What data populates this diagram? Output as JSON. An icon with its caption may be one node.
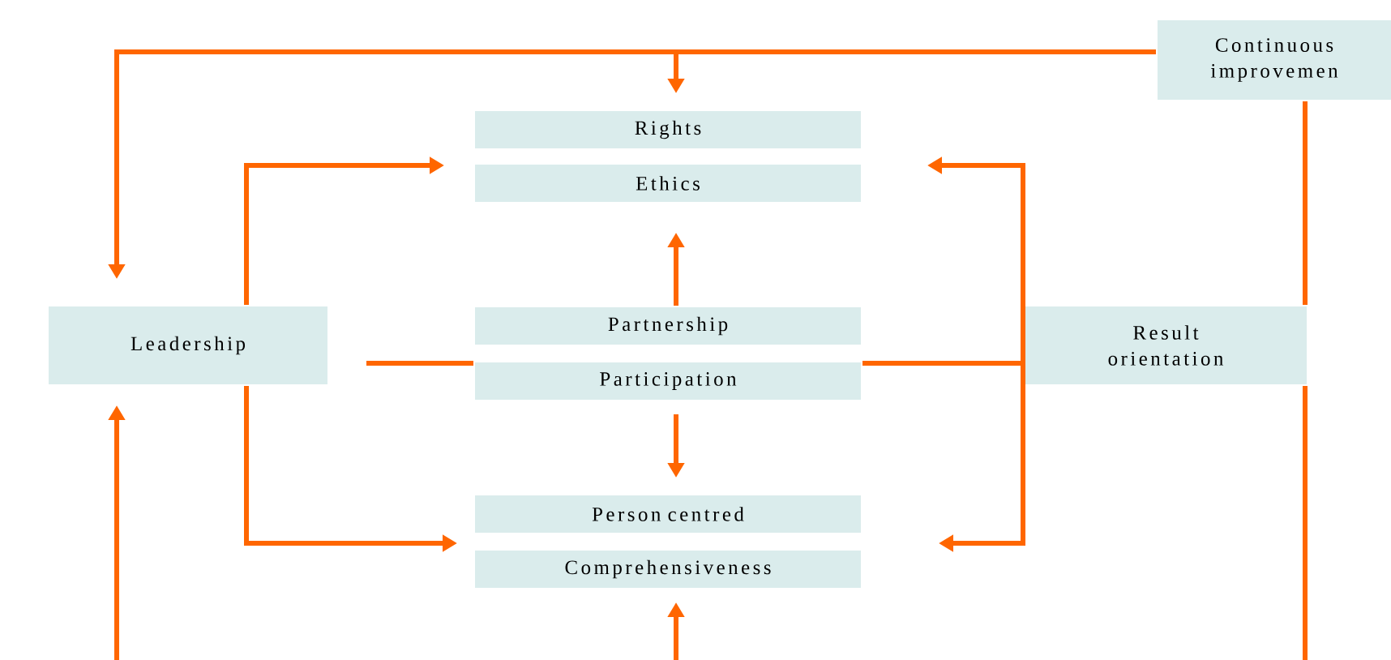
{
  "diagram": {
    "nodes": [
      {
        "text": [
          "Continuous improvemen"
        ]
      },
      {
        "text": [
          "Rights"
        ]
      },
      {
        "text": [
          "Ethics"
        ]
      },
      {
        "text": [
          "Leadership"
        ]
      },
      {
        "text": [
          "Partnership"
        ]
      },
      {
        "text": [
          "Participation"
        ]
      },
      {
        "text": [
          "Result orientation"
        ]
      },
      {
        "text": [
          "Person centred"
        ]
      },
      {
        "text": [
          "Comprehensiveness"
        ]
      }
    ],
    "edges": [
      {
        "from": 0,
        "to": 3,
        "arrow": "to"
      },
      {
        "from": 0,
        "to": 1,
        "arrow": "to"
      },
      {
        "from": 0,
        "to": null,
        "arrow": "none"
      },
      {
        "from": 3,
        "to": 2,
        "arrow": "to"
      },
      {
        "from": 3,
        "to": 7,
        "arrow": "to"
      },
      {
        "from": 3,
        "to": 5,
        "arrow": "none"
      },
      {
        "from": 4,
        "to": 2,
        "arrow": "to"
      },
      {
        "from": 5,
        "to": 7,
        "arrow": "to"
      },
      {
        "from": 5,
        "to": 6,
        "arrow": "none"
      },
      {
        "from": 6,
        "to": 2,
        "arrow": "to"
      },
      {
        "from": 6,
        "to": 7,
        "arrow": "to"
      },
      {
        "from": null,
        "to": 8,
        "arrow": "to"
      },
      {
        "from": null,
        "to": 3,
        "arrow": "to"
      }
    ]
  }
}
